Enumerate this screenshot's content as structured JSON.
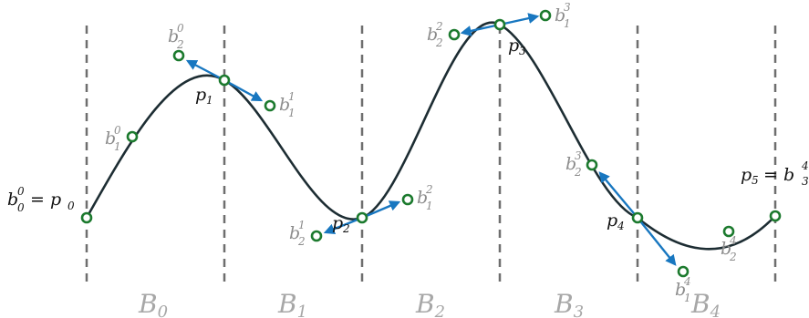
{
  "segments": [
    {
      "name": "B",
      "index": "0"
    },
    {
      "name": "B",
      "index": "1"
    },
    {
      "name": "B",
      "index": "2"
    },
    {
      "name": "B",
      "index": "3"
    },
    {
      "name": "B",
      "index": "4"
    }
  ],
  "knots": [
    {
      "label": "b",
      "sup": "0",
      "sub": "0",
      "eq": "= p",
      "eqsub": "0"
    },
    {
      "label": "p",
      "sub": "1"
    },
    {
      "label": "p",
      "sub": "2"
    },
    {
      "label": "p",
      "sub": "3"
    },
    {
      "label": "p",
      "sub": "4"
    },
    {
      "label": "p",
      "sub": "5",
      "eq": "= b",
      "eqsup": "4",
      "eqsub": "3"
    }
  ],
  "controls": [
    {
      "label": "b",
      "sup": "0",
      "sub": "1"
    },
    {
      "label": "b",
      "sup": "0",
      "sub": "2"
    },
    {
      "label": "b",
      "sup": "1",
      "sub": "1"
    },
    {
      "label": "b",
      "sup": "1",
      "sub": "2"
    },
    {
      "label": "b",
      "sup": "2",
      "sub": "1"
    },
    {
      "label": "b",
      "sup": "2",
      "sub": "2"
    },
    {
      "label": "b",
      "sup": "3",
      "sub": "1"
    },
    {
      "label": "b",
      "sup": "3",
      "sub": "2"
    },
    {
      "label": "b",
      "sup": "4",
      "sub": "1"
    },
    {
      "label": "b",
      "sup": "4",
      "sub": "2"
    }
  ],
  "colors": {
    "curve": "#1d2d33",
    "tangent": "#1877c0",
    "point": "#1c7a2e",
    "guide": "#6e6e6e",
    "gray_label": "#8c8c8c"
  }
}
